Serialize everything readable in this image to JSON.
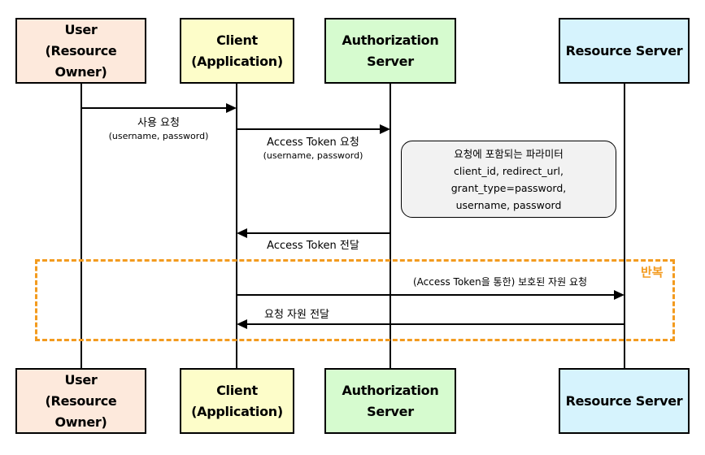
{
  "participants": {
    "user": {
      "line1": "User",
      "line2": "(Resource Owner)"
    },
    "client": {
      "line1": "Client",
      "line2": "(Application)"
    },
    "auth": {
      "line1": "Authorization Server"
    },
    "resource": {
      "line1": "Resource Server"
    }
  },
  "messages": {
    "use_request": {
      "label": "사용 요청",
      "sub": "(username, password)"
    },
    "token_request": {
      "label": "Access Token 요청",
      "sub": "(username, password)"
    },
    "token_delivery": {
      "label": "Access Token 전달"
    },
    "resource_request": {
      "label": "(Access Token을 통한) 보호된 자원 요청"
    },
    "resource_delivery": {
      "label": "요청 자원 전달"
    }
  },
  "note": {
    "lines": [
      "요청에 포함되는 파라미터",
      "client_id, redirect_url,",
      "grant_type=password,",
      "username, password"
    ]
  },
  "loop": {
    "label": "반복",
    "color": "#f39b1f"
  },
  "colors": {
    "user": "#fde9dc",
    "client": "#fdfdc9",
    "auth": "#d6fbcf",
    "resource": "#d6f3fd"
  }
}
